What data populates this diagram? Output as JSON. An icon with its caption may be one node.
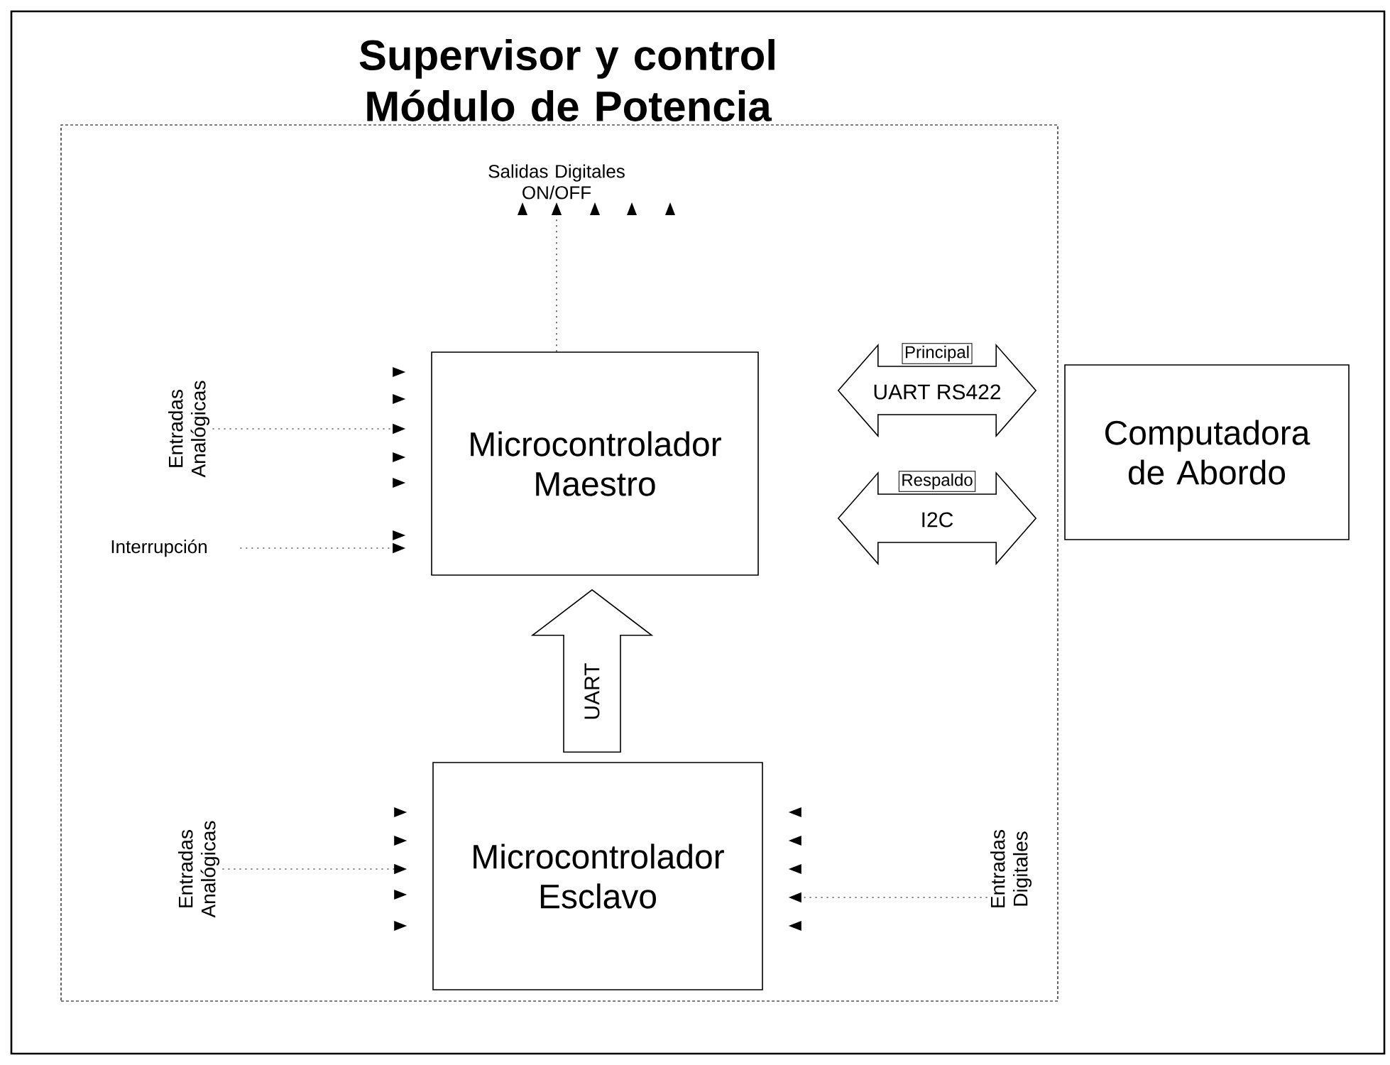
{
  "diagram": {
    "nodes": [
      {
        "text": [
          "Supervisor y control Módulo de Potencia"
        ]
      },
      {
        "text": [
          "Microcontrolador Maestro"
        ],
        "in": 0
      },
      {
        "text": [
          "Computadora de Abordo"
        ]
      },
      {
        "text": [
          "Microcontrolador Esclavo"
        ],
        "in": 0
      },
      {
        "text": [
          "Salidas Digitales ON/OFF"
        ],
        "in": 0
      },
      {
        "text": [
          "Entradas Analógicas"
        ],
        "in": 0
      },
      {
        "text": [
          "Interrupción"
        ],
        "in": 0
      },
      {
        "text": [
          "Entradas Analógicas"
        ],
        "in": 0
      },
      {
        "text": [
          "Entradas Digitales"
        ],
        "in": 0
      }
    ],
    "edges": [
      {
        "from": 1,
        "to": 4,
        "arrow": "to",
        "style": "dashed"
      },
      {
        "from": 5,
        "to": 1,
        "arrow": "to",
        "style": "dashed"
      },
      {
        "from": 6,
        "to": 1,
        "arrow": "to",
        "style": "dashed"
      },
      {
        "from": 7,
        "to": 3,
        "arrow": "to",
        "style": "dashed"
      },
      {
        "from": 8,
        "to": 3,
        "arrow": "to",
        "style": "dashed"
      },
      {
        "from": 1,
        "to": 2,
        "arrow": "both",
        "label": "UART RS422",
        "style": "thick"
      },
      {
        "from": 1,
        "to": 2,
        "arrow": "both",
        "label": "I2C",
        "style": "thick"
      },
      {
        "from": 3,
        "to": 1,
        "arrow": "to",
        "label": "UART",
        "style": "thick"
      }
    ],
    "labels": [
      "Principal",
      "Respaldo"
    ]
  }
}
